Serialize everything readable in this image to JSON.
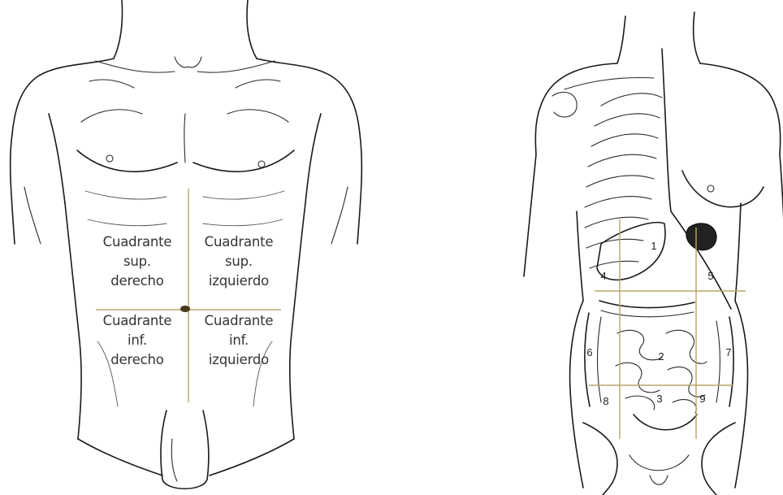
{
  "colors": {
    "ink": "#1a1a1a",
    "label_text": "#343434",
    "grid_line": "#b9a66a",
    "navel": "#4a3a1a",
    "background": "#ffffff"
  },
  "left_figure": {
    "quadrants": {
      "upper_right": [
        "Cuadrante",
        "sup.",
        "derecho"
      ],
      "upper_left": [
        "Cuadrante",
        "sup.",
        "izquierdo"
      ],
      "lower_right": [
        "Cuadrante",
        "inf.",
        "derecho"
      ],
      "lower_left": [
        "Cuadrante",
        "inf.",
        "izquierdo"
      ]
    }
  },
  "right_figure": {
    "region_numbers": [
      "1",
      "2",
      "3",
      "4",
      "5",
      "6",
      "7",
      "8",
      "9"
    ]
  }
}
